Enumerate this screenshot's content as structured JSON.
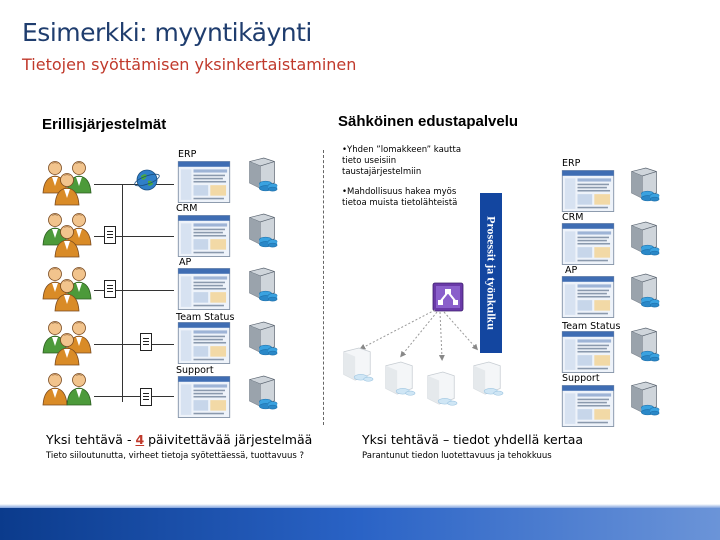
{
  "slide": {
    "title": "Esimerkki: myyntikäynti",
    "subtitle": "Tietojen syöttämisen yksinkertaistaminen"
  },
  "left": {
    "heading": "Erillisjärjestelmät",
    "systems": [
      "ERP",
      "CRM",
      "AP",
      "Team Status",
      "Support"
    ],
    "caption_prefix": "Yksi tehtävä - ",
    "caption_number": "4",
    "caption_suffix": " päivitettävää järjestelmää",
    "note": "Tieto siiloutunutta, virheet tietoja syötettäessä, tuottavuus ?"
  },
  "right": {
    "heading": "Sähköinen edustapalvelu",
    "bullet1": "•Yhden ”lomakkeen” kautta tieto useisiin taustajärjestelmiin",
    "bullet2": "•Mahdollisuus hakea myös tietoa muista tietolähteistä",
    "process_label": "Prosessit ja työnkulku",
    "systems": [
      "ERP",
      "CRM",
      "AP",
      "Team Status",
      "Support"
    ],
    "caption": "Yksi tehtävä – tiedot yhdellä kertaa",
    "note": "Parantunut tiedon luotettavuus ja tehokkuus"
  },
  "colors": {
    "title": "#1f3d6e",
    "subtitle": "#c0392b",
    "process_bar": "#1346a0",
    "highlight": "#c0392b"
  },
  "icons": [
    "person-icon",
    "server-icon",
    "screenshot-thumbnail-icon",
    "globe-icon",
    "form-document-icon",
    "workflow-icon"
  ]
}
